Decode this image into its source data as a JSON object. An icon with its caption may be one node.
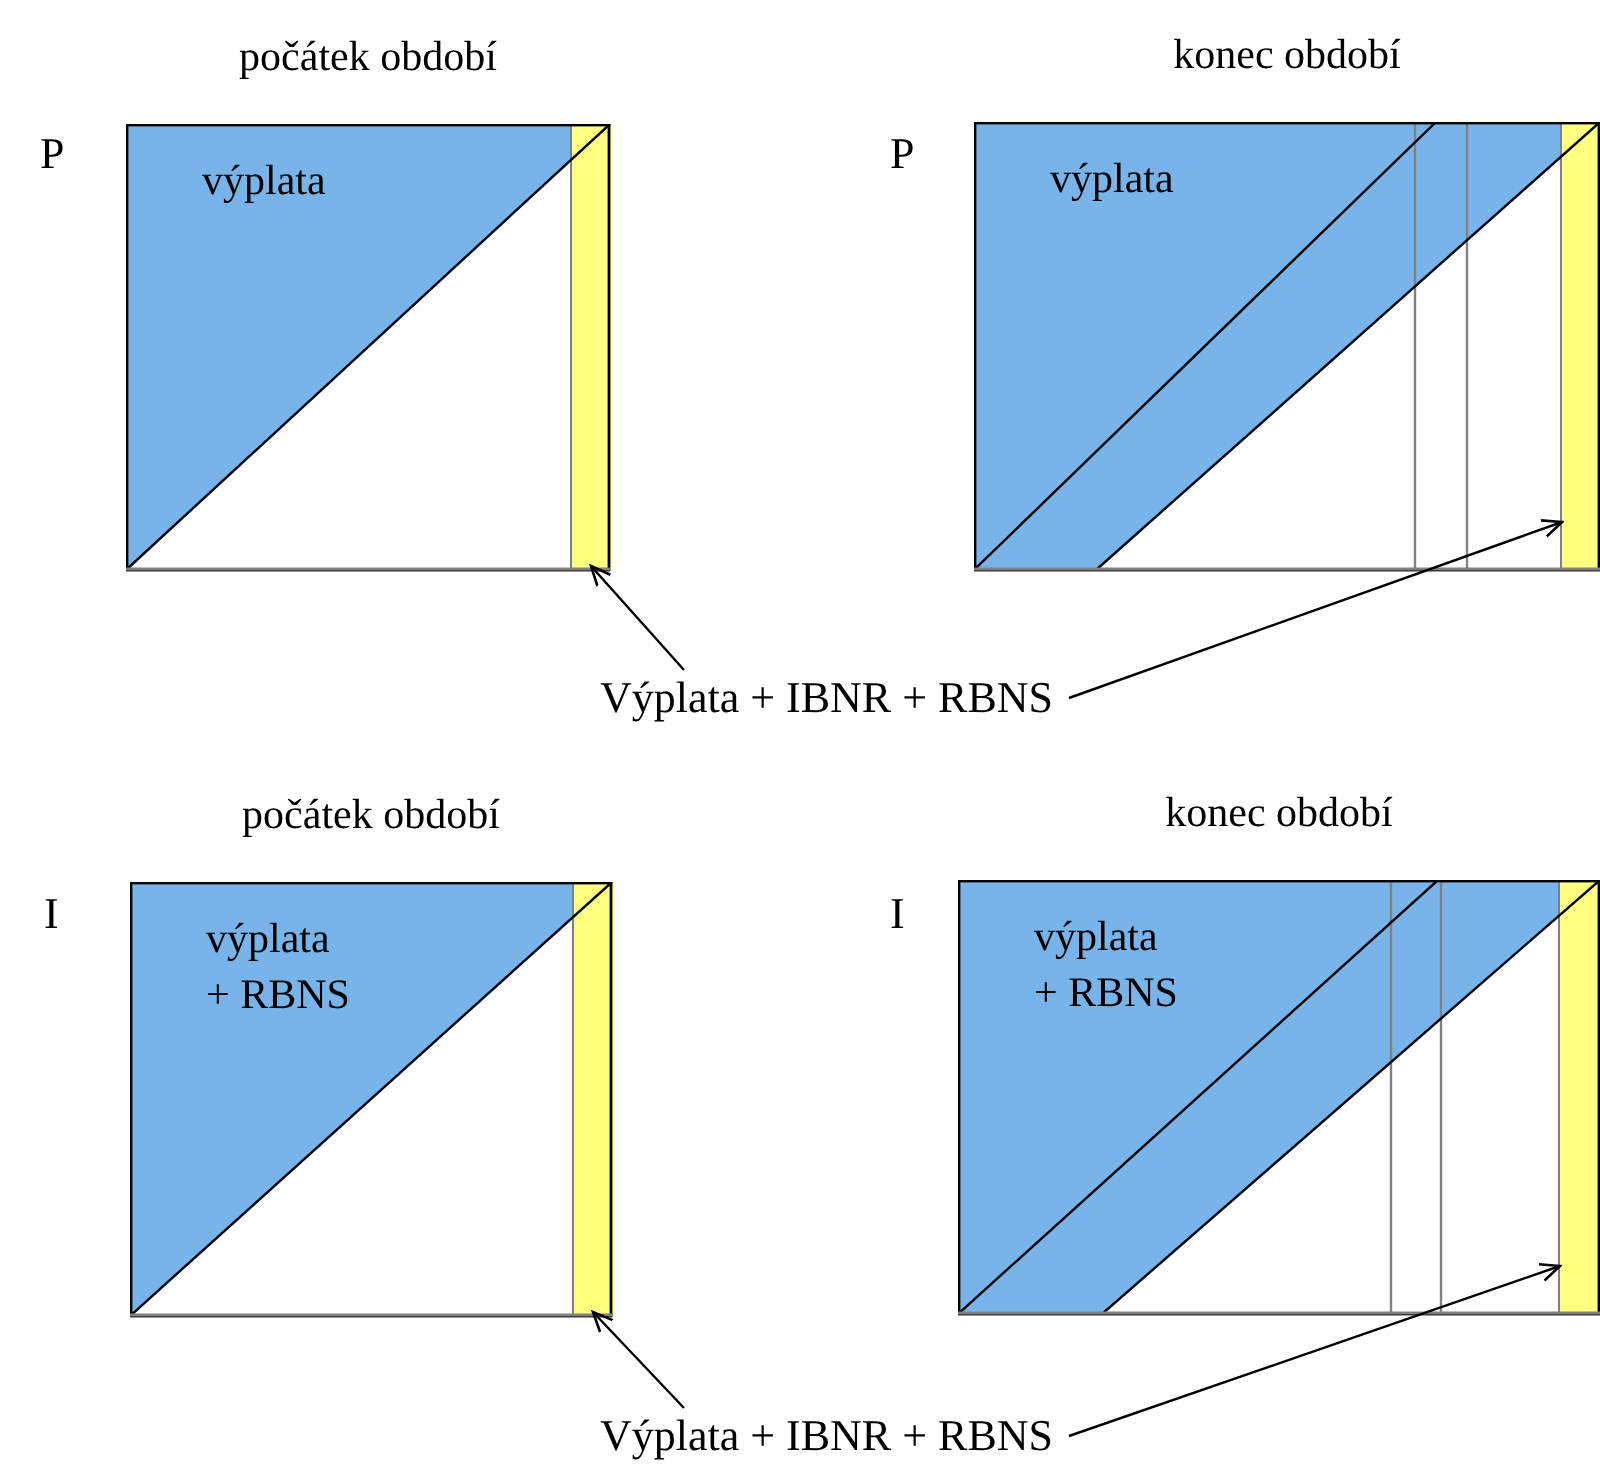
{
  "diagram": {
    "nodes": [
      {
        "text": [
          "počátek období",
          "výplata"
        ]
      },
      {
        "text": [],
        "shape": "bar",
        "in": 0
      },
      {
        "text": [
          "konec období",
          "výplata"
        ]
      },
      {
        "text": [],
        "shape": "bar",
        "in": 2
      },
      {
        "text": [
          "Výplata + IBNR + RBNS"
        ]
      },
      {
        "text": [
          "počátek období",
          "výplata + RBNS"
        ]
      },
      {
        "text": [],
        "shape": "bar",
        "in": 5
      },
      {
        "text": [
          "konec období",
          "výplata + RBNS"
        ]
      },
      {
        "text": [],
        "shape": "bar",
        "in": 7
      },
      {
        "text": [
          "Výplata + IBNR + RBNS"
        ]
      }
    ],
    "edges": [
      {
        "from": 4,
        "to": 1,
        "arrow": "to"
      },
      {
        "from": 4,
        "to": 3,
        "arrow": "to"
      },
      {
        "from": 9,
        "to": 6,
        "arrow": "to"
      },
      {
        "from": 9,
        "to": 8,
        "arrow": "to"
      }
    ],
    "labels": [
      "P",
      "P",
      "I",
      "I"
    ]
  }
}
